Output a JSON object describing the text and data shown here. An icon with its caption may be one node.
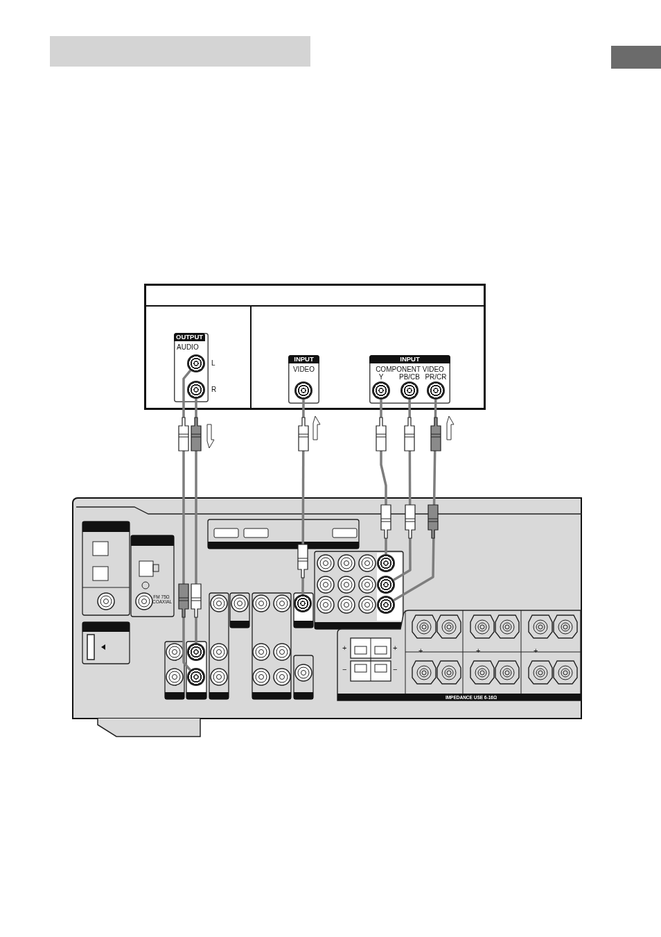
{
  "diagram": {
    "nodes": [
      {
        "text": [],
        "shape": "bar"
      },
      {
        "text": [],
        "shape": "box"
      },
      {
        "text": [
          "OUTPUT",
          "AUDIO"
        ],
        "in": 1
      },
      {
        "text": [],
        "shape": "circle",
        "in": 2,
        "beside": [
          "L"
        ]
      },
      {
        "text": [],
        "shape": "circle",
        "in": 2,
        "beside": [
          "R"
        ]
      },
      {
        "text": [
          "INPUT",
          "VIDEO"
        ],
        "in": 1
      },
      {
        "text": [],
        "shape": "circle",
        "in": 5
      },
      {
        "text": [
          "INPUT",
          "COMPONENT VIDEO"
        ],
        "in": 1
      },
      {
        "text": [],
        "shape": "circle",
        "in": 7,
        "beside": [
          "Y"
        ]
      },
      {
        "text": [],
        "shape": "circle",
        "in": 7,
        "beside": [
          "PB/CB"
        ]
      },
      {
        "text": [],
        "shape": "circle",
        "in": 7,
        "beside": [
          "PR/CR"
        ]
      },
      {
        "text": [],
        "shape": "box"
      },
      {
        "text": [],
        "shape": "circle",
        "in": 11
      },
      {
        "text": [],
        "shape": "circle",
        "in": 11
      },
      {
        "text": [],
        "shape": "circle",
        "in": 11
      },
      {
        "text": [],
        "shape": "circle",
        "in": 11
      },
      {
        "text": [],
        "shape": "circle",
        "in": 11
      },
      {
        "text": [],
        "shape": "circle",
        "in": 11
      },
      {
        "text": [],
        "shape": "box"
      }
    ],
    "edges": [
      {
        "from": 3,
        "to": 13,
        "arrow": "none"
      },
      {
        "from": 4,
        "to": 12,
        "arrow": "none"
      },
      {
        "from": 14,
        "to": 6,
        "arrow": "none"
      },
      {
        "from": 15,
        "to": 8,
        "arrow": "none"
      },
      {
        "from": 16,
        "to": 9,
        "arrow": "none"
      },
      {
        "from": 17,
        "to": 10,
        "arrow": "none"
      }
    ],
    "labels": [
      "FM 75Ω COAXIAL",
      "+",
      "+",
      "+",
      "+",
      "+",
      "−",
      "−",
      "IMPEDANCE USE 6-16Ω"
    ]
  }
}
